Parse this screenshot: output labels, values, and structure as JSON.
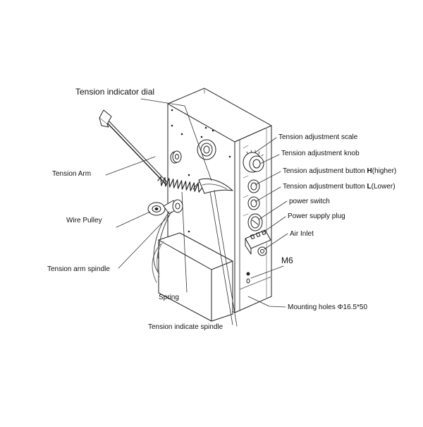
{
  "labels": {
    "tension_indicator_dial": "Tension indicator dial",
    "tension_arm": "Tension Arm",
    "wire_pulley": "Wire Pulley",
    "tension_arm_spindle": "Tension arm spindle",
    "spring": "Spring",
    "tension_indicate_spindle": "Tension indicate spindle",
    "tension_adjustment_scale": "Tension adjustment scale",
    "tension_adjustment_knob": "Tension adjustment knob",
    "button_h_prefix": "Tension adjustment button ",
    "button_h_letter": "H",
    "button_h_suffix": "(higher)",
    "button_l_prefix": "Tension adjustment button ",
    "button_l_letter": "L",
    "button_l_suffix": "(Lower)",
    "power_switch": "power switch",
    "power_supply_plug": "Power supply plug",
    "air_inlet": "Air Inlet",
    "m6": "M6",
    "mounting_holes": "Mounting holes Φ16.5*50"
  }
}
